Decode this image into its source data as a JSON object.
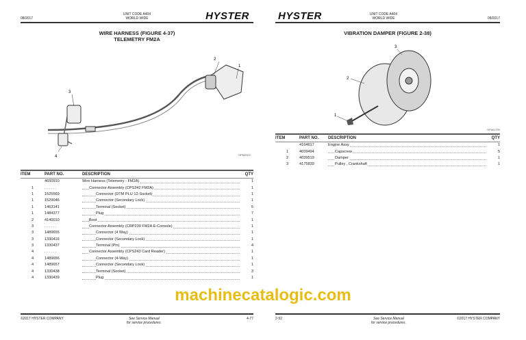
{
  "left": {
    "date": "08/2017",
    "unit_code": "UNIT CODE A404",
    "region": "WORLD WIDE",
    "logo": "HYSTER",
    "title": "WIRE HARNESS (FIGURE 4-37)",
    "subtitle": "TELEMETRY FM2A",
    "figure_id": "HPM0921",
    "callouts": [
      "1",
      "2",
      "3",
      "4"
    ],
    "columns": {
      "item": "ITEM",
      "part": "PART NO.",
      "desc": "DESCRIPTION",
      "qty": "QTY"
    },
    "rows": [
      {
        "item": "",
        "part": "4650910",
        "desc": "Wire Harness (Telemetry - FM2A)",
        "level": 0,
        "qty": "1"
      },
      {
        "item": "1",
        "part": ". . . . . .",
        "desc": "Connector Assembly (CPS242 FM2A)",
        "level": 1,
        "qty": "1"
      },
      {
        "item": "1",
        "part": "1525569",
        "desc": "Connector (DTM PLU 12-Socket)",
        "level": 2,
        "qty": "1"
      },
      {
        "item": "1",
        "part": "1529046",
        "desc": "Connector (Secondary Lock)",
        "level": 2,
        "qty": "1"
      },
      {
        "item": "1",
        "part": "1463141",
        "desc": "Terminal (Socket)",
        "level": 2,
        "qty": "5"
      },
      {
        "item": "1",
        "part": "1484377",
        "desc": "Plug",
        "level": 2,
        "qty": "7"
      },
      {
        "item": "2",
        "part": "4140010",
        "desc": "Boot",
        "level": 1,
        "qty": "1"
      },
      {
        "item": "3",
        "part": ". . . . . .",
        "desc": "Connector Assembly (CRP239 FM2A E-Console)",
        "level": 1,
        "qty": "1"
      },
      {
        "item": "3",
        "part": "1489655",
        "desc": "Connector (4 Way)",
        "level": 2,
        "qty": "1"
      },
      {
        "item": "3",
        "part": "1330416",
        "desc": "Connector (Secondary Lock)",
        "level": 2,
        "qty": "1"
      },
      {
        "item": "3",
        "part": "1330437",
        "desc": "Terminal (Pin)",
        "level": 2,
        "qty": "4"
      },
      {
        "item": "4",
        "part": ". . . . . .",
        "desc": "Connector Assembly (CPS243 Card Reader)",
        "level": 1,
        "qty": "1"
      },
      {
        "item": "4",
        "part": "1489656",
        "desc": "Connector (4-Way)",
        "level": 2,
        "qty": "1"
      },
      {
        "item": "4",
        "part": "1489657",
        "desc": "Connector (Secondary Lock)",
        "level": 2,
        "qty": "1"
      },
      {
        "item": "4",
        "part": "1330438",
        "desc": "Terminal (Socket)",
        "level": 2,
        "qty": "3"
      },
      {
        "item": "4",
        "part": "1330439",
        "desc": "Plug",
        "level": 2,
        "qty": "1"
      }
    ],
    "footer": {
      "copyright": "©2017 HYSTER COMPANY",
      "note1": "See Service Manual",
      "note2": "for service procedures.",
      "page": "4-77"
    }
  },
  "right": {
    "date": "08/2017",
    "unit_code": "UNIT CODE A404",
    "region": "WORLD WIDE",
    "logo": "HYSTER",
    "title": "VIBRATION DAMPER (FIGURE 2-38)",
    "figure_id": "HP661790",
    "callouts": [
      "1",
      "2",
      "3"
    ],
    "columns": {
      "item": "ITEM",
      "part": "PART NO.",
      "desc": "DESCRIPTION",
      "qty": "QTY"
    },
    "rows": [
      {
        "item": "",
        "part": "4164617",
        "desc": "Engine Assy",
        "level": 0,
        "qty": "1"
      },
      {
        "item": "1",
        "part": "4039494",
        "desc": "Capscrew",
        "level": 1,
        "qty": "5"
      },
      {
        "item": "2",
        "part": "4039519",
        "desc": "Damper",
        "level": 1,
        "qty": "1"
      },
      {
        "item": "3",
        "part": "4175839",
        "desc": "Pulley , Crankshaft",
        "level": 1,
        "qty": "1"
      }
    ],
    "footer": {
      "copyright": "©2017 HYSTER COMPANY",
      "note1": "See Service Manual",
      "note2": "for service procedures.",
      "page": "2-52"
    }
  },
  "watermark": "machinecatalogic.com"
}
